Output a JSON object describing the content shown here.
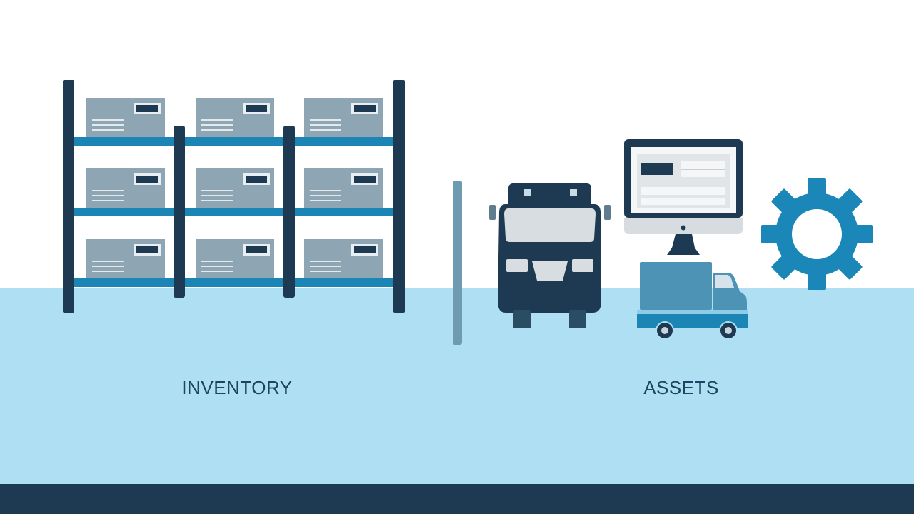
{
  "labels": {
    "inventory": "INVENTORY",
    "assets": "ASSETS"
  },
  "illustration": {
    "left_section": {
      "name": "warehouse-shelving",
      "rows": 3,
      "columns": 3,
      "boxes": 9
    },
    "divider": "vertical-divider",
    "right_section": {
      "icons": [
        "truck-front-icon",
        "computer-monitor-icon",
        "delivery-truck-icon",
        "gear-icon"
      ]
    }
  },
  "colors": {
    "background": "#ffffff",
    "floor": "#aedff2",
    "footer": "#1e3a52",
    "navy": "#1e3a52",
    "shelf_blue": "#1b86b6",
    "box_gray": "#8ea6b4",
    "gear_blue": "#1a87b8",
    "label_text": "#1d4460"
  }
}
